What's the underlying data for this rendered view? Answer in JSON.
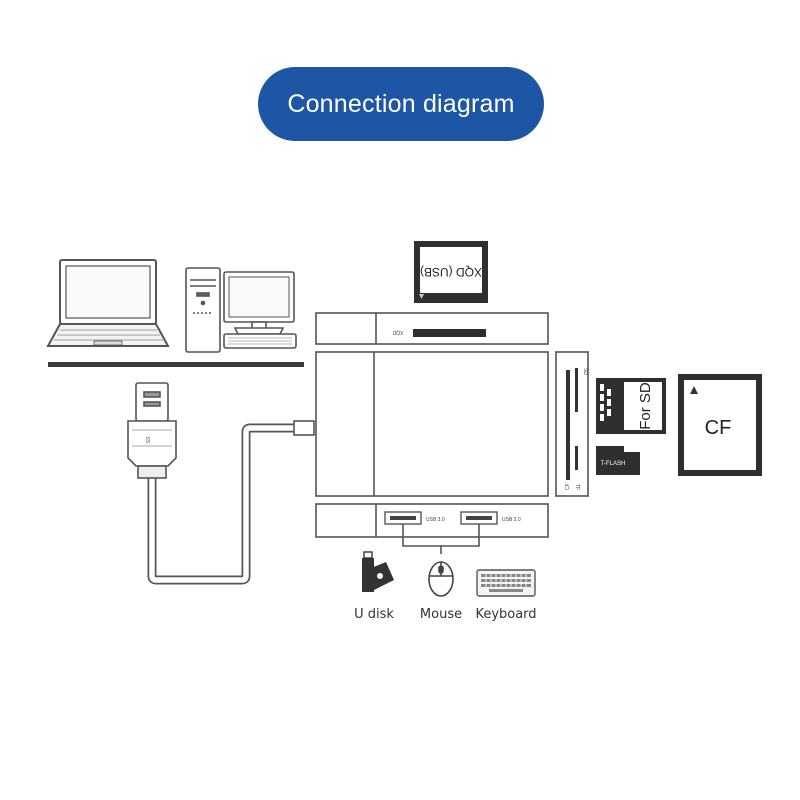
{
  "title": "Connection diagram",
  "colors": {
    "pill": "#1d56a5",
    "stroke": "#555555",
    "dark": "#333333",
    "light": "#eeeeee"
  },
  "cards": {
    "xqd": "XQD (USB)",
    "xqd_slot": "XQD",
    "sd": "For SD",
    "tf": "T-FLASH",
    "cf": "CF"
  },
  "slots": {
    "sd": "SD",
    "cf": "CF",
    "tf": "TF"
  },
  "ports": [
    {
      "label": "USB 3.0"
    },
    {
      "label": "USB 3.0"
    }
  ],
  "usb_plug": {
    "mark": "SS"
  },
  "peripherals": [
    {
      "name": "u-disk",
      "label": "U disk",
      "icon": "usb-stick-icon"
    },
    {
      "name": "mouse",
      "label": "Mouse",
      "icon": "mouse-icon"
    },
    {
      "name": "keyboard",
      "label": "Keyboard",
      "icon": "keyboard-icon"
    }
  ]
}
